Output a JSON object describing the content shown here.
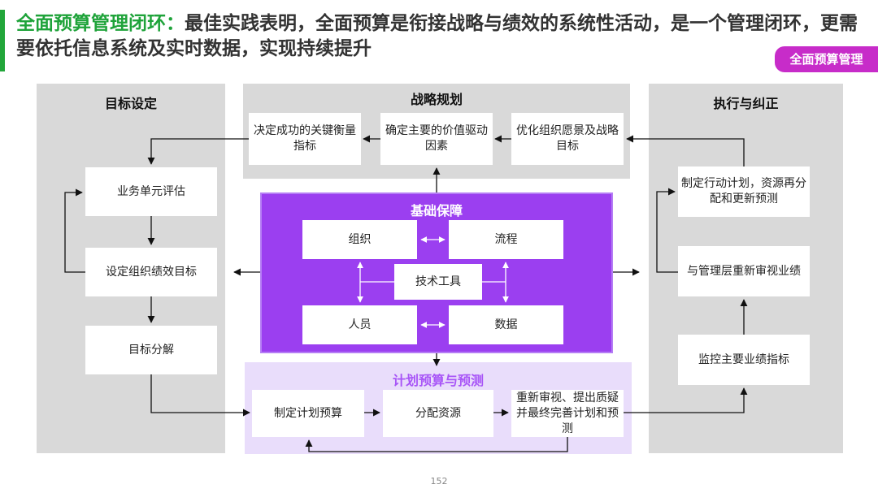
{
  "header": {
    "title_highlight": "全面预算管理闭环：",
    "title_rest": "最佳实践表明，全面预算是衔接战略与绩效的系统性活动，是一个管理闭环，更需要依托信息系统及实时数据，实现持续提升",
    "tag": "全面预算管理",
    "accent_color": "#22a63a",
    "tag_color": "#c72cc9"
  },
  "panels": {
    "goal_setting": {
      "title": "目标设定",
      "items": [
        "业务单元评估",
        "设定组织绩效目标",
        "目标分解"
      ]
    },
    "strategy_planning": {
      "title": "战略规划",
      "items": [
        "决定成功的关键衡量指标",
        "确定主要的价值驱动因素",
        "优化组织愿景及战略目标"
      ]
    },
    "execution": {
      "title": "执行与纠正",
      "items": [
        "制定行动计划，资源再分配和更新预测",
        "与管理层重新审视业绩",
        "监控主要业绩指标"
      ]
    },
    "foundation": {
      "title": "基础保障",
      "items": [
        "组织",
        "流程",
        "技术工具",
        "人员",
        "数据"
      ],
      "color": "#9b3ff0"
    },
    "planning_budget": {
      "title": "计划预算与预测",
      "items": [
        "制定计划预算",
        "分配资源",
        "重新审视、提出质疑并最终完善计划和预测"
      ],
      "color": "#e9ddfb"
    }
  },
  "footer": {
    "page_number": "152"
  }
}
